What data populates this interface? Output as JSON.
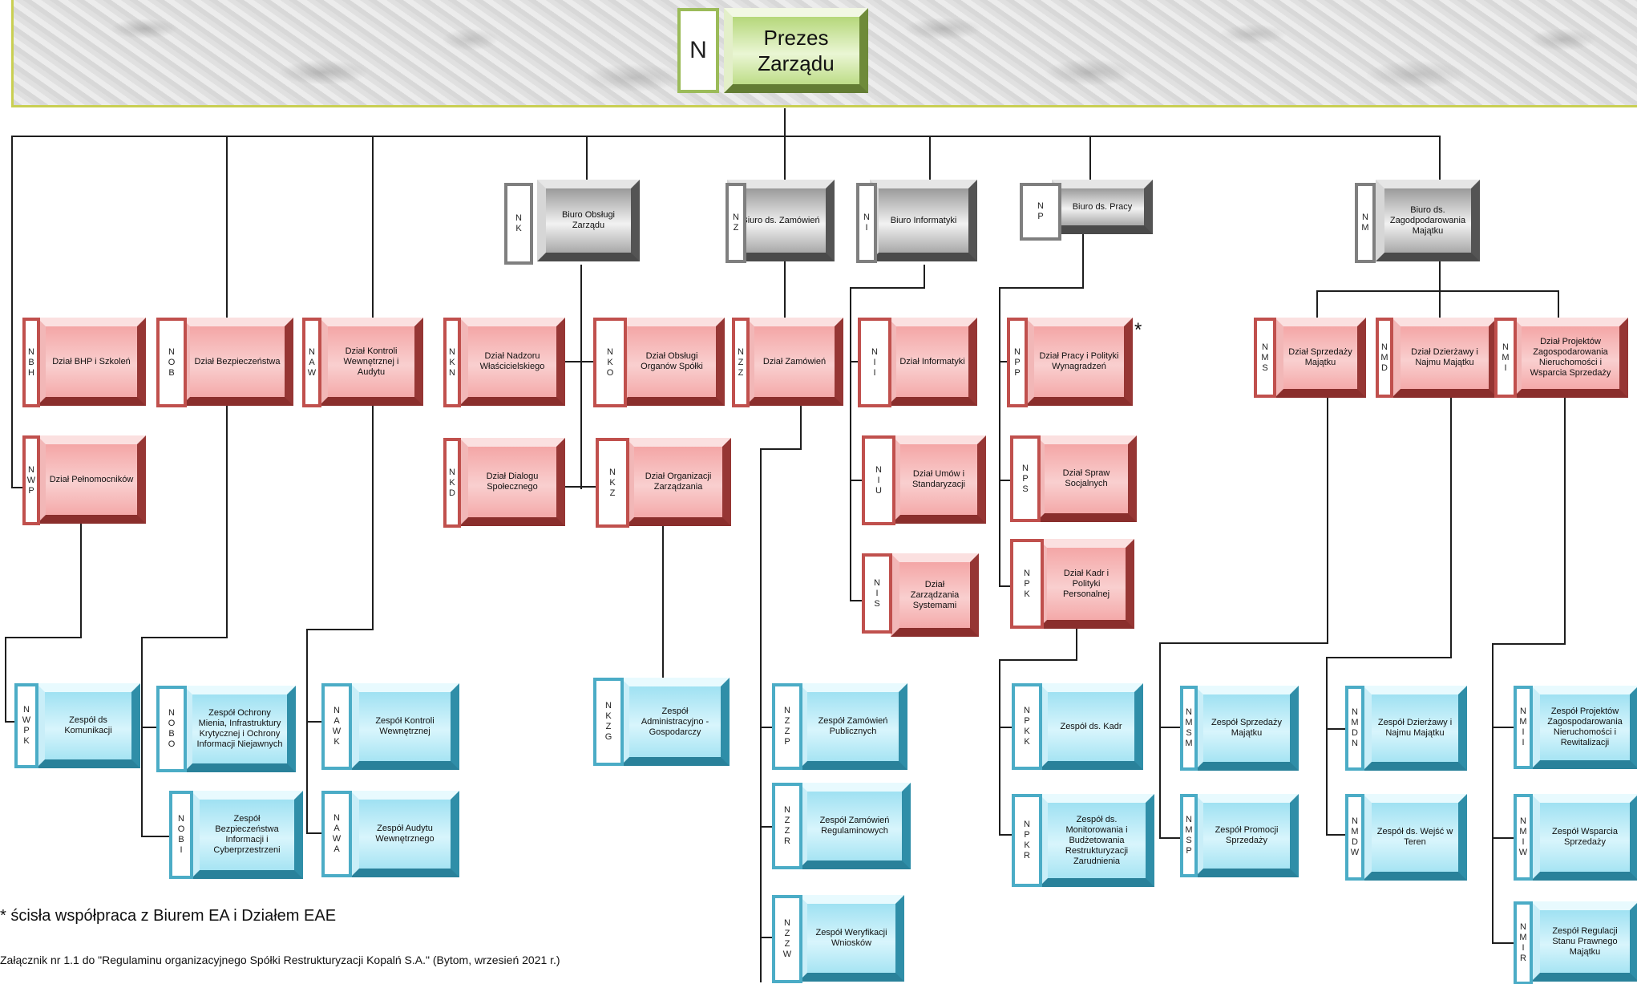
{
  "top": {
    "code": "N",
    "label": "Prezes Zarządu"
  },
  "boxes": [
    {
      "id": "nk",
      "code": "N\nK",
      "label": "Biuro Obsługi Zarządu",
      "color": "gray"
    },
    {
      "id": "nz",
      "code": "N\nZ",
      "label": "Biuro ds. Zamówień",
      "color": "gray"
    },
    {
      "id": "ni",
      "code": "N\nI",
      "label": "Biuro Informatyki",
      "color": "gray"
    },
    {
      "id": "np",
      "code": "N\nP",
      "label": "Biuro ds. Pracy",
      "color": "gray"
    },
    {
      "id": "nm",
      "code": "N\nM",
      "label": "Biuro ds. Zagodpodarowania Majątku",
      "color": "gray"
    },
    {
      "id": "nbh",
      "code": "N\nB\nH",
      "label": "Dział BHP i Szkoleń",
      "color": "red"
    },
    {
      "id": "nob",
      "code": "N\nO\nB",
      "label": "Dział Bezpieczeństwa",
      "color": "red"
    },
    {
      "id": "naw",
      "code": "N\nA\nW",
      "label": "Dział Kontroli Wewnętrznej i Audytu",
      "color": "red"
    },
    {
      "id": "nwp",
      "code": "N\nW\nP",
      "label": "Dział Pełnomocników",
      "color": "red"
    },
    {
      "id": "nkn",
      "code": "N\nK\nN",
      "label": "Dział Nadzoru Właścicielskiego",
      "color": "red"
    },
    {
      "id": "nko",
      "code": "N\nK\nO",
      "label": "Dział Obsługi Organów Spółki",
      "color": "red"
    },
    {
      "id": "nkd",
      "code": "N\nK\nD",
      "label": "Dział Dialogu Społecznego",
      "color": "red"
    },
    {
      "id": "nkz",
      "code": "N\nK\nZ",
      "label": "Dział Organizacji Zarządzania",
      "color": "red"
    },
    {
      "id": "nzz",
      "code": "N\nZ\nZ",
      "label": "Dział Zamówień",
      "color": "red"
    },
    {
      "id": "nii",
      "code": "N\nI\nI",
      "label": "Dział Informatyki",
      "color": "red"
    },
    {
      "id": "niu",
      "code": "N\nI\nU",
      "label": "Dział Umów i Standaryzacji",
      "color": "red"
    },
    {
      "id": "nis",
      "code": "N\nI\nS",
      "label": "Dział Zarządzania Systemami",
      "color": "red"
    },
    {
      "id": "npp",
      "code": "N\nP\nP",
      "label": "Dział Pracy i Polityki Wynagradzeń",
      "color": "red"
    },
    {
      "id": "nps",
      "code": "N\nP\nS",
      "label": "Dział Spraw Socjalnych",
      "color": "red"
    },
    {
      "id": "npk",
      "code": "N\nP\nK",
      "label": "Dział Kadr i Polityki Personalnej",
      "color": "red"
    },
    {
      "id": "nms",
      "code": "N\nM\nS",
      "label": "Dział Sprzedaży Majątku",
      "color": "red"
    },
    {
      "id": "nmd",
      "code": "N\nM\nD",
      "label": "Dział Dzierżawy i Najmu Majątku",
      "color": "red"
    },
    {
      "id": "nmi",
      "code": "N\nM\nI",
      "label": "Dział Projektów Zagospodarowania Nieruchomości i Wsparcia Sprzedaży",
      "color": "red"
    },
    {
      "id": "nwpk",
      "code": "N\nW\nP\nK",
      "label": "Zespół ds Komunikacji",
      "color": "cyan"
    },
    {
      "id": "nobo",
      "code": "N\nO\nB\nO",
      "label": "Zespół Ochrony Mienia, Infrastruktury Krytycznej i Ochrony Informacji Niejawnych",
      "color": "cyan"
    },
    {
      "id": "nobi",
      "code": "N\nO\nB\nI",
      "label": "Zespół Bezpieczeństwa Informacji i Cyberprzestrzeni",
      "color": "cyan"
    },
    {
      "id": "nawk",
      "code": "N\nA\nW\nK",
      "label": "Zespół Kontroli Wewnętrznej",
      "color": "cyan"
    },
    {
      "id": "nawa",
      "code": "N\nA\nW\nA",
      "label": "Zespół Audytu Wewnętrznego",
      "color": "cyan"
    },
    {
      "id": "nkzg",
      "code": "N\nK\nZ\nG",
      "label": "Zespół Administracyjno - Gospodarczy",
      "color": "cyan"
    },
    {
      "id": "nzzp",
      "code": "N\nZ\nZ\nP",
      "label": "Zespół Zamówień Publicznych",
      "color": "cyan"
    },
    {
      "id": "nzzr",
      "code": "N\nZ\nZ\nR",
      "label": "Zespół Zamówień Regulaminowych",
      "color": "cyan"
    },
    {
      "id": "nzzw",
      "code": "N\nZ\nZ\nW",
      "label": "Zespół Weryfikacji Wniosków",
      "color": "cyan"
    },
    {
      "id": "npkk",
      "code": "N\nP\nK\nK",
      "label": "Zespół ds. Kadr",
      "color": "cyan"
    },
    {
      "id": "npkr",
      "code": "N\nP\nK\nR",
      "label": "Zespół ds. Monitorowania i Budżetowania Restrukturyzacji Zarudnienia",
      "color": "cyan"
    },
    {
      "id": "nmsm",
      "code": "N\nM\nS\nM",
      "label": "Zespół Sprzedaży Majątku",
      "color": "cyan"
    },
    {
      "id": "nmsp",
      "code": "N\nM\nS\nP",
      "label": "Zespół Promocji Sprzedaży",
      "color": "cyan"
    },
    {
      "id": "nmdn",
      "code": "N\nM\nD\nN",
      "label": "Zespół Dzierżawy i Najmu Majątku",
      "color": "cyan"
    },
    {
      "id": "nmdw",
      "code": "N\nM\nD\nW",
      "label": "Zespół ds. Wejść w Teren",
      "color": "cyan"
    },
    {
      "id": "nmii",
      "code": "N\nM\nI\nI",
      "label": "Zespół Projektów Zagospodarowania Nieruchomości i Rewitalizacji",
      "color": "cyan"
    },
    {
      "id": "nmiw",
      "code": "N\nM\nI\nW",
      "label": "Zespół Wsparcia Sprzedaży",
      "color": "cyan"
    },
    {
      "id": "nmir",
      "code": "N\nM\nI\nR",
      "label": "Zespół Regulacji Stanu Prawnego Majątku",
      "color": "cyan"
    }
  ],
  "asterisk": "*",
  "footnote": "* ścisła współpraca z Biurem EA i Działem EAE",
  "attachment": "Załącznik nr 1.1 do \"Regulaminu organizacyjnego Spółki Restrukturyzacji Kopalń S.A.\" (Bytom, wrzesień 2021 r.)"
}
